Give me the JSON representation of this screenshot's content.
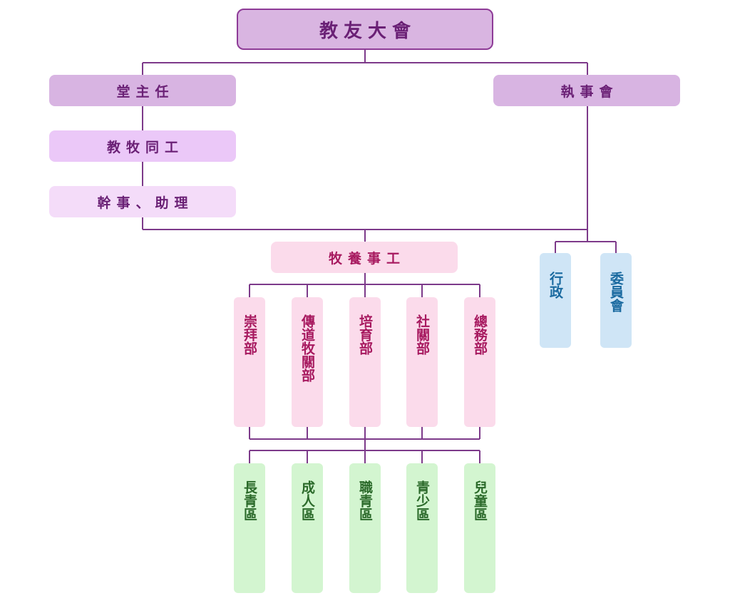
{
  "title": "教友大會",
  "left_column": {
    "tangzhuren": "堂主任",
    "jiaomu_tonggong": "教牧同工",
    "ganshi_zhuli": "幹事、助理"
  },
  "right_column": {
    "zhishihui": "執事會",
    "admin": [
      "行政",
      "委員會"
    ]
  },
  "muyang_shigong": "牧養事工",
  "departments": [
    "崇拜部",
    "傳道牧關部",
    "培育部",
    "社關部",
    "總務部"
  ],
  "zones": [
    "長青區",
    "成人區",
    "職青區",
    "青少區",
    "兒童區"
  ],
  "colors": {
    "line": "#7d3a8a",
    "purple_text": "#6a2075",
    "pink_text": "#a7195f",
    "green_text": "#2b6a2a",
    "blue_text": "#1a6aa0"
  }
}
